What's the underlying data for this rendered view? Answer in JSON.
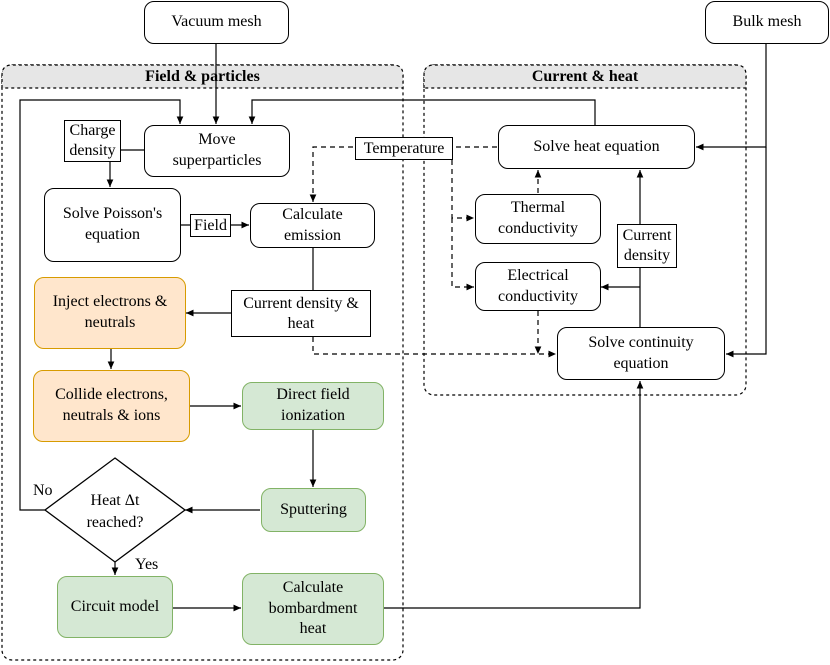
{
  "inputs": {
    "vacuum_mesh": "Vacuum mesh",
    "bulk_mesh": "Bulk mesh"
  },
  "groups": {
    "field_particles": "Field & particles",
    "current_heat": "Current & heat"
  },
  "nodes": {
    "move_superparticles": "Move\nsuperparticles",
    "solve_poisson": "Solve Poisson's\nequation",
    "calculate_emission": "Calculate\nemission",
    "inject": "Inject electrons &\nneutrals",
    "collide": "Collide electrons,\nneutrals & ions",
    "direct_field_ionization": "Direct field\nionization",
    "sputtering": "Sputtering",
    "decision": "Heat Δt\nreached?",
    "circuit_model": "Circuit model",
    "bombardment_heat": "Calculate\nbombardment\nheat",
    "solve_heat": "Solve heat equation",
    "thermal_conductivity": "Thermal\nconductivity",
    "electrical_conductivity": "Electrical\nconductivity",
    "solve_continuity": "Solve continuity\nequation"
  },
  "edge_labels": {
    "charge_density": "Charge\ndensity",
    "field": "Field",
    "current_density_heat": "Current density &\nheat",
    "temperature": "Temperature",
    "current_density": "Current\ndensity",
    "no": "No",
    "yes": "Yes"
  },
  "colors": {
    "orange_fill": "#ffe6cc",
    "orange_stroke": "#d79b00",
    "green_fill": "#d5e8d4",
    "green_stroke": "#82b366",
    "group_header": "#e6e6e6"
  }
}
